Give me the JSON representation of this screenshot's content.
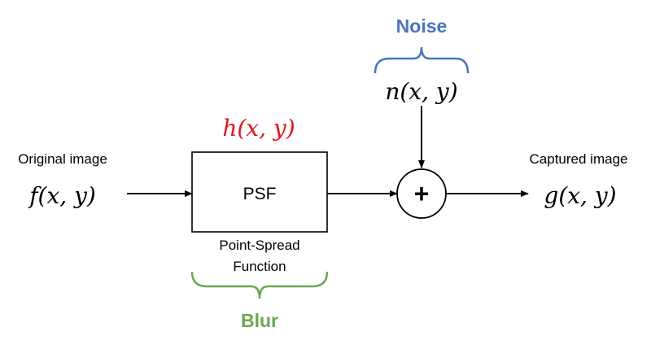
{
  "input": {
    "label": "Original image",
    "symbol": "f(x, y)"
  },
  "psf": {
    "function": "h(x, y)",
    "box_label": "PSF",
    "caption_line1": "Point-Spread",
    "caption_line2": "Function",
    "group_label": "Blur"
  },
  "noise": {
    "group_label": "Noise",
    "symbol": "n(x, y)"
  },
  "adder": {
    "symbol": "+"
  },
  "output": {
    "label": "Captured image",
    "symbol": "g(x, y)"
  },
  "colors": {
    "noise": "#4a74c4",
    "psf_function": "#e8111b",
    "blur": "#6aa84f",
    "line": "#000000"
  }
}
